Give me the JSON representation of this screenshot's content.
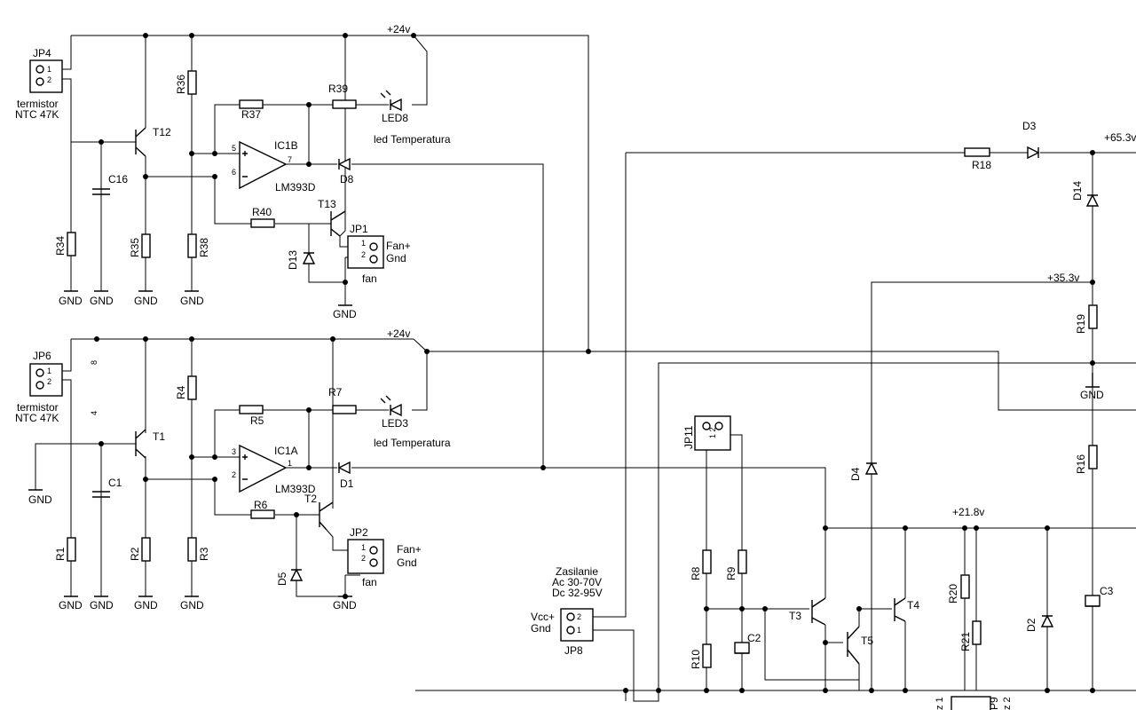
{
  "labels": {
    "JP4": "JP4",
    "JP6": "JP6",
    "JP1": "JP1",
    "JP2": "JP2",
    "JP8": "JP8",
    "JP11": "JP11",
    "JP9": "P9",
    "termistor": "termistor",
    "ntc": "NTC 47K",
    "T12": "T12",
    "T13": "T13",
    "T1": "T1",
    "T2": "T2",
    "T3": "T3",
    "T4": "T4",
    "T5": "T5",
    "C16": "C16",
    "C1": "C1",
    "C2": "C2",
    "C3": "C3",
    "R34": "R34",
    "R35": "R35",
    "R36": "R36",
    "R37": "R37",
    "R38": "R38",
    "R39": "R39",
    "R40": "R40",
    "R1": "R1",
    "R2": "R2",
    "R3": "R3",
    "R4": "R4",
    "R5": "R5",
    "R6": "R6",
    "R7": "R7",
    "R8": "R8",
    "R9": "R9",
    "R10": "R10",
    "R16": "R16",
    "R18": "R18",
    "R19": "R19",
    "R20": "R20",
    "R21": "R21",
    "IC1B": "IC1B",
    "IC1A": "IC1A",
    "lm": "LM393D",
    "LED8": "LED8",
    "LED3": "LED3",
    "led": "led Temperatura",
    "D1": "D1",
    "D2": "D2",
    "D3": "D3",
    "D4": "D4",
    "D5": "D5",
    "D8": "D8",
    "D13": "D13",
    "D14": "D14",
    "gnd": "GND",
    "fan": "fan",
    "fanplus": "Fan+",
    "fgnd": "Gnd",
    "v24": "+24v",
    "v65": "+65.3v",
    "v35": "+35.3v",
    "v21": "+21.8v",
    "zas1": "Zasilanie",
    "zas2": "Ac 30-70V",
    "zas3": "Dc 32-95V",
    "vcc": "Vcc+",
    "vgnd": "Gnd",
    "pin1": "1",
    "pin2": "2",
    "pin3": "3",
    "pin4": "4",
    "pin5": "5",
    "pin6": "6",
    "pin7": "7",
    "pin8": "8",
    "pin12": "1 2",
    "z1": "z 1",
    "z2": "z 2"
  }
}
